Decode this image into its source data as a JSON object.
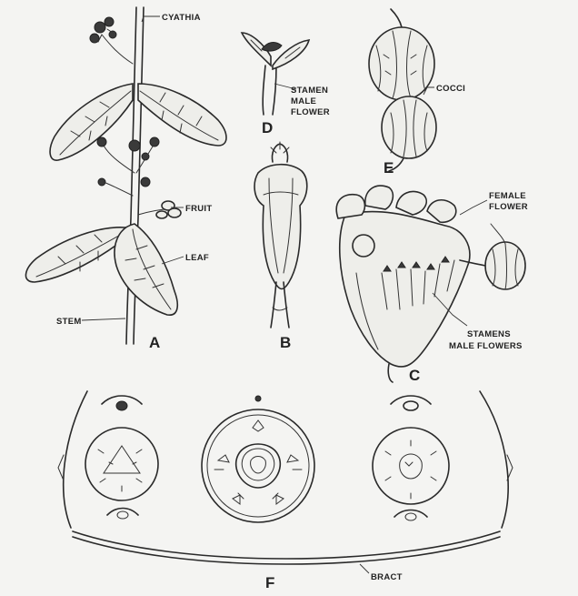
{
  "labels": {
    "cyathia": "CYATHIA",
    "fruit": "FRUIT",
    "leaf": "LEAF",
    "stem": "STEM",
    "stamen_male_flower_1": "STAMEN",
    "stamen_male_flower_2": "MALE",
    "stamen_male_flower_3": "FLOWER",
    "cocci": "COCCI",
    "female_flower_1": "FEMALE",
    "female_flower_2": "FLOWER",
    "stamens_male_flowers_1": "STAMENS",
    "stamens_male_flowers_2": "MALE FLOWERS",
    "bract": "BRACT"
  },
  "panels": {
    "a": "A",
    "b": "B",
    "c": "C",
    "d": "D",
    "e": "E",
    "f": "F"
  },
  "colors": {
    "ink": "#2a2a2a",
    "background": "#f4f4f2"
  }
}
